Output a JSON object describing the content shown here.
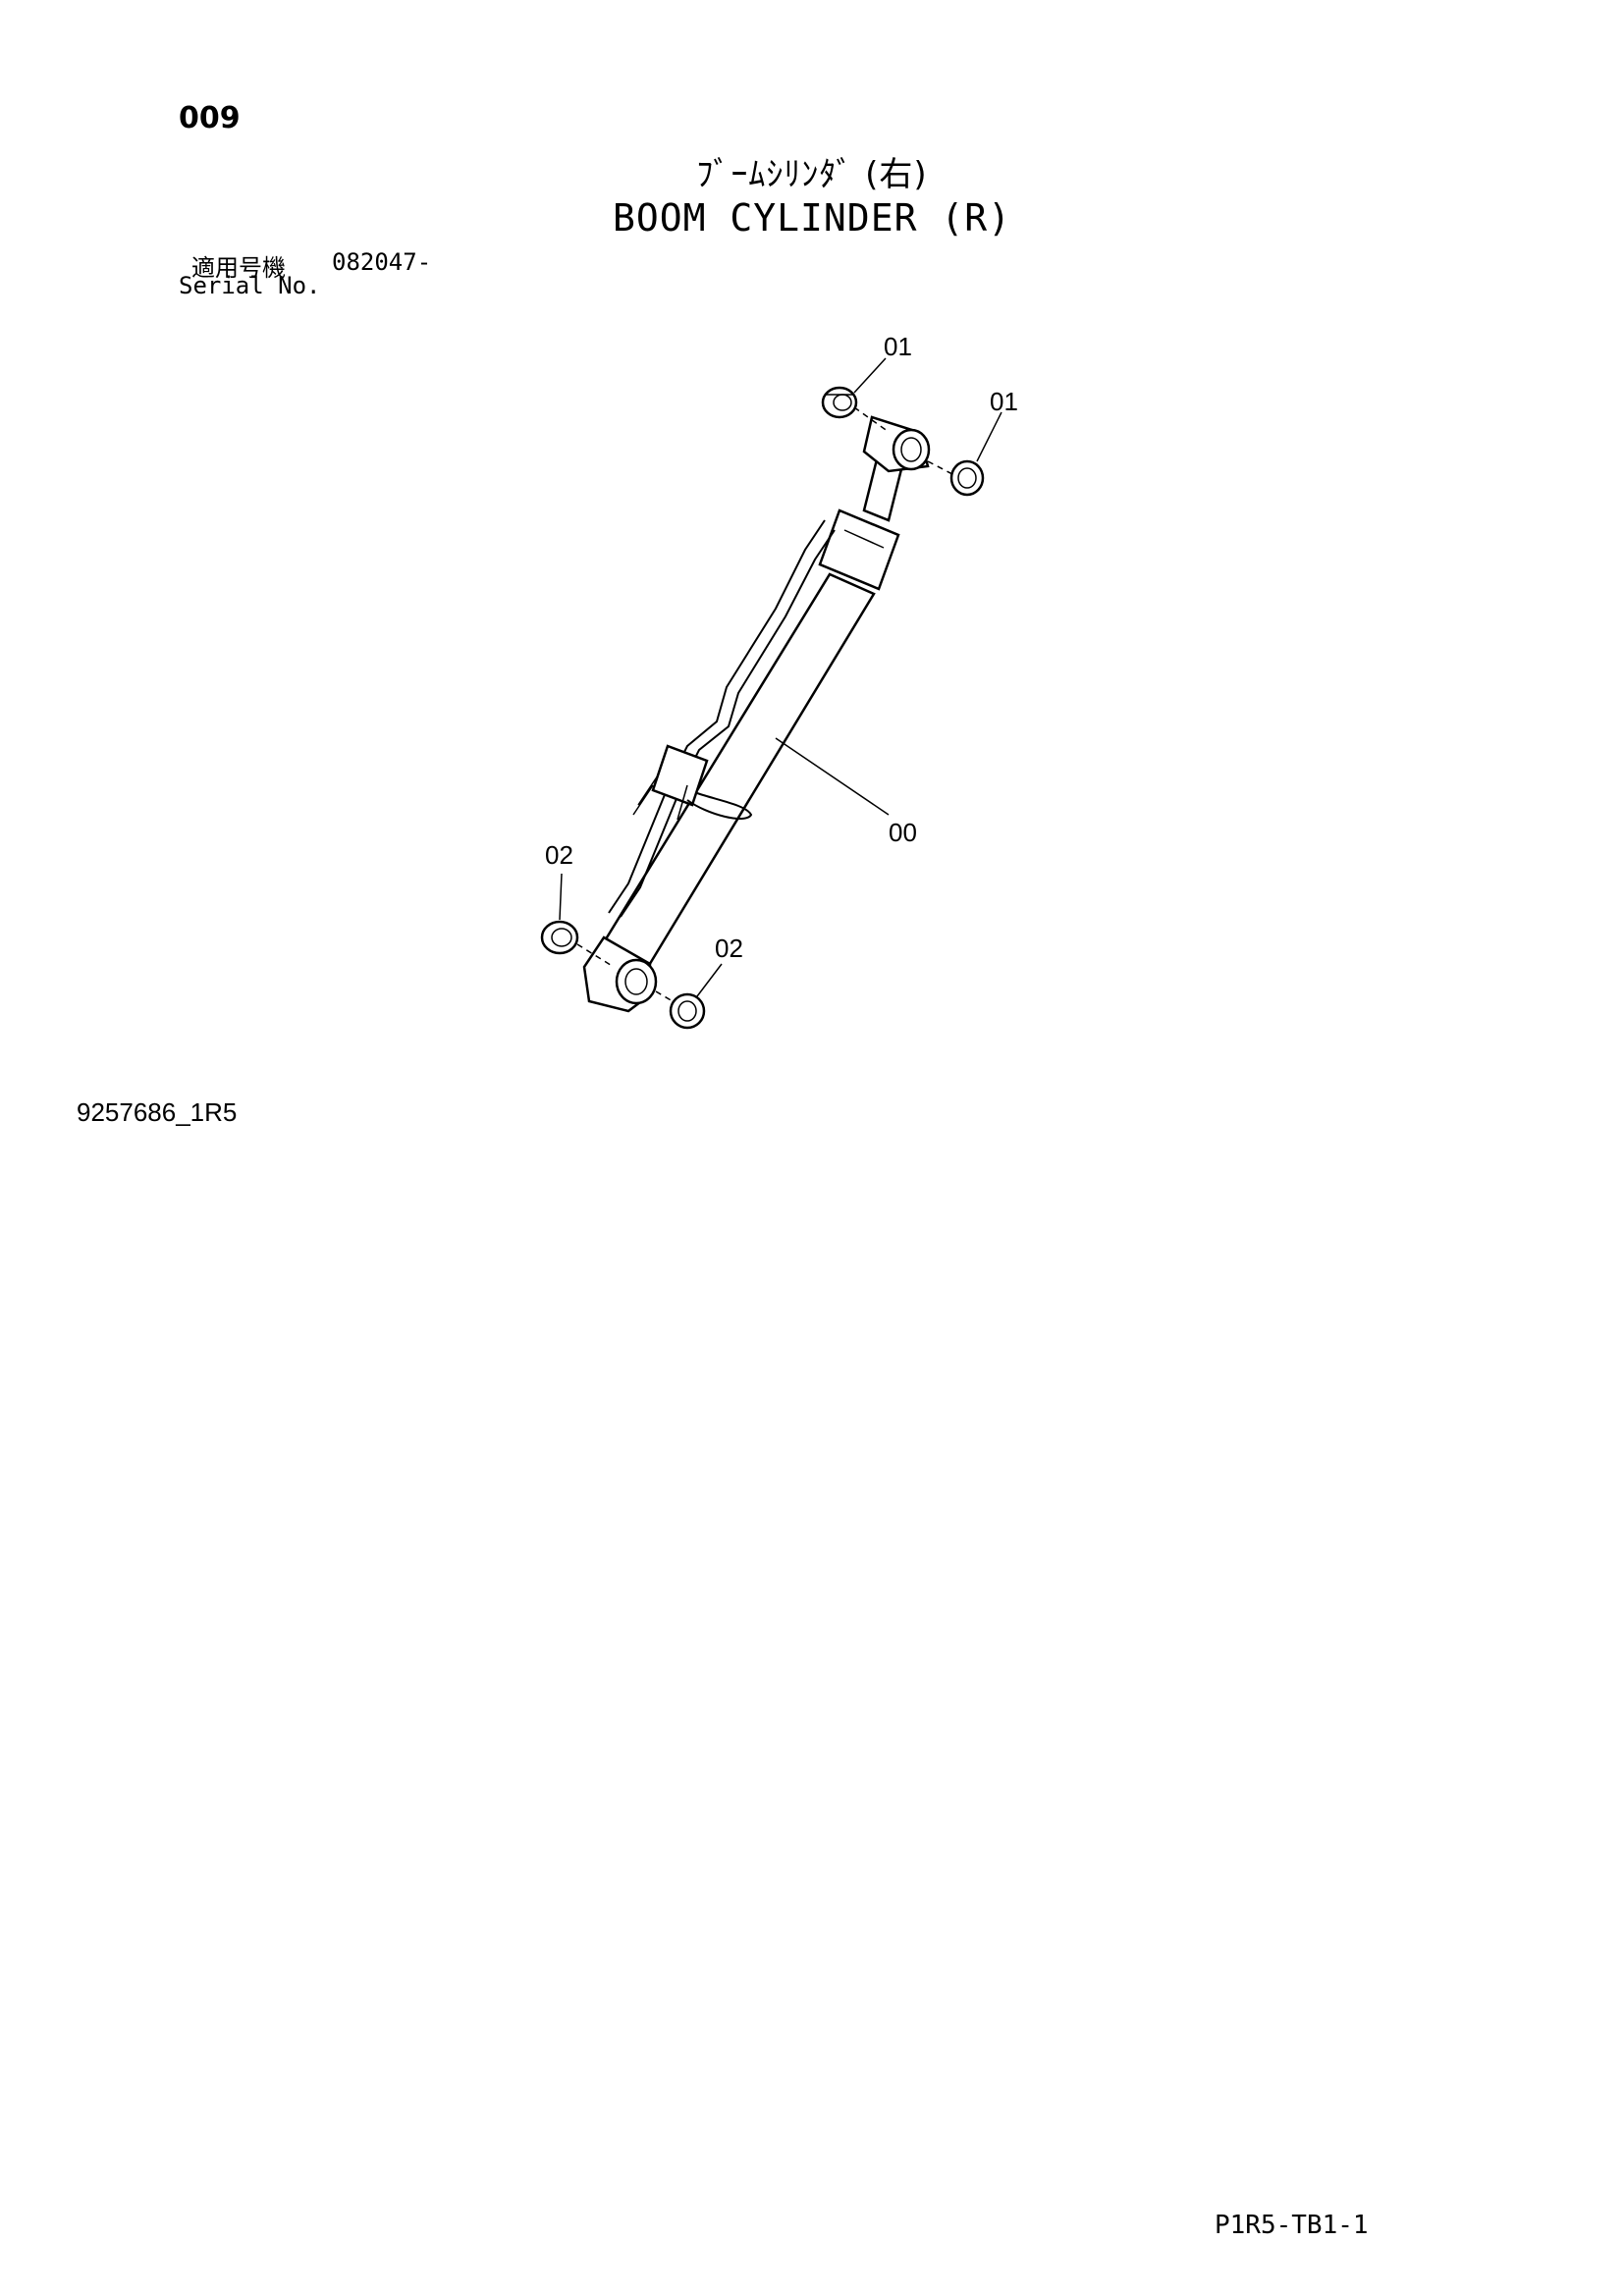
{
  "page": {
    "number": "009",
    "title_jp": "ﾌﾞｰﾑｼﾘﾝﾀﾞ (右)",
    "title_en": "BOOM CYLINDER (R)",
    "serial_label_jp": "適用号機",
    "serial_value": "082047-",
    "serial_label_en": "Serial No.",
    "drawing_number": "9257686_1R5",
    "page_code": "P1R5-TB1-1"
  },
  "diagram": {
    "callouts": {
      "top_left": "01",
      "top_right": "01",
      "cylinder": "00",
      "bottom_left": "02",
      "bottom_right": "02"
    }
  }
}
